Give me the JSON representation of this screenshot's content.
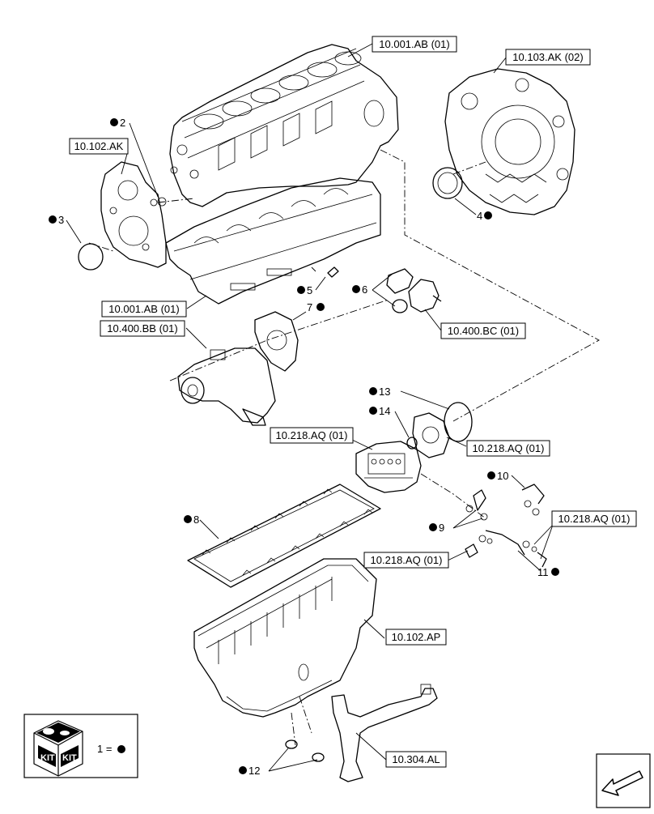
{
  "references": {
    "r1": "10.001.AB (01)",
    "r2": "10.103.AK (02)",
    "r3": "10.102.AK",
    "r4": "10.001.AB (01)",
    "r5": "10.400.BB (01)",
    "r6": "10.400.BC (01)",
    "r7": "10.218.AQ (01)",
    "r8": "10.218.AQ (01)",
    "r9": "10.218.AQ (01)",
    "r10": "10.218.AQ (01)",
    "r11": "10.102.AP",
    "r12": "10.304.AL"
  },
  "callouts": {
    "c2": "2",
    "c3": "3",
    "c4": "4",
    "c5": "5",
    "c6": "6",
    "c7": "7",
    "c8": "8",
    "c9": "9",
    "c10": "10",
    "c11": "11",
    "c12": "12",
    "c13": "13",
    "c14": "14"
  },
  "legend": {
    "kit_label_left": "KIT",
    "kit_label_right": "KIT",
    "equals_text": "1 =",
    "icon": "kit-box-icon"
  },
  "navigation": {
    "icon": "previous-page-arrow-icon"
  }
}
